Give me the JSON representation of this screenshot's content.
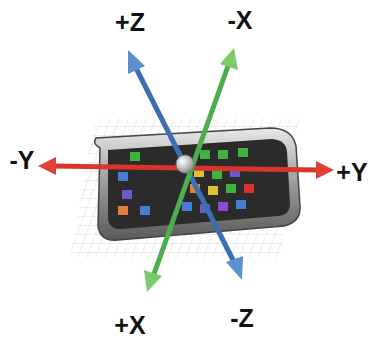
{
  "diagram": {
    "labels": [
      "+Z",
      "-X",
      "-Y",
      "+Y",
      "+X",
      "-Z"
    ]
  }
}
